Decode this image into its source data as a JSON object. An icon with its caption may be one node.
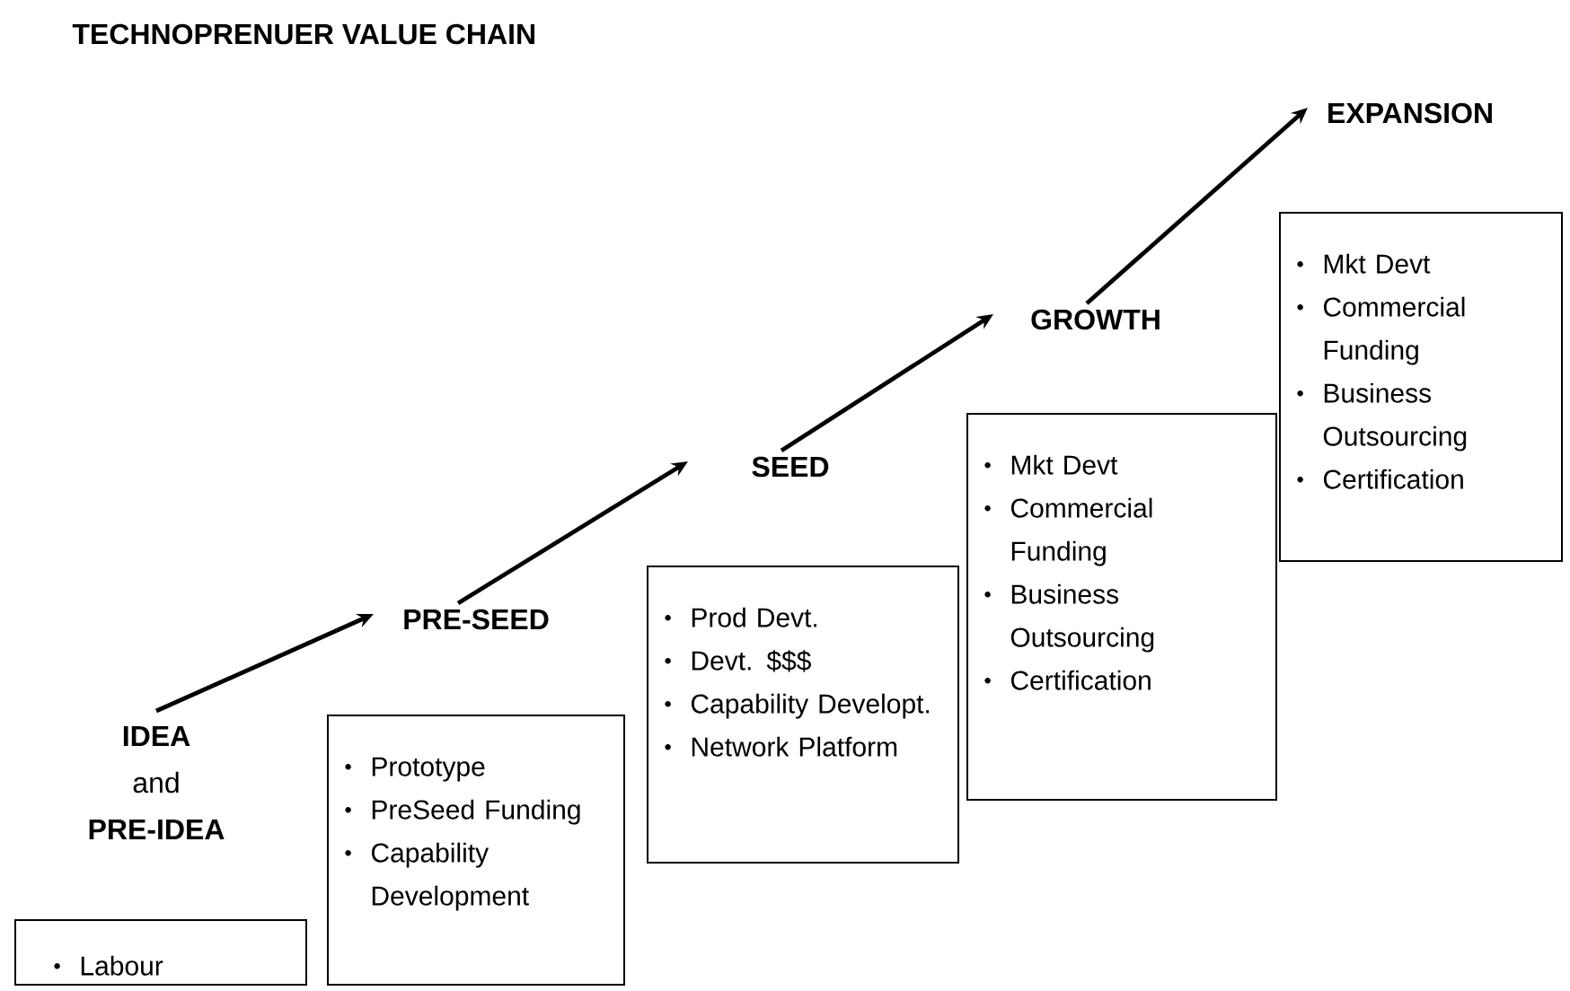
{
  "diagram": {
    "title": "TECHNOPRENUER VALUE CHAIN",
    "nodes": [
      {
        "text": [
          "**IDEA** and **PRE-IDEA**",
          "Labour"
        ]
      },
      {
        "text": [
          "PRE-SEED",
          "Prototype",
          "PreSeed Funding",
          "Capability Development"
        ]
      },
      {
        "text": [
          "SEED",
          "Prod Devt.",
          "Devt. $$$",
          "Capability Developt.",
          "Network Platform"
        ]
      },
      {
        "text": [
          "GROWTH",
          "Mkt Devt",
          "Commercial Funding",
          "Business Outsourcing",
          "Certification"
        ]
      },
      {
        "text": [
          "EXPANSION",
          "Mkt Devt",
          "Commercial Funding",
          "Business Outsourcing",
          "Certification"
        ]
      }
    ],
    "edges": [
      {
        "from": 0,
        "to": 1,
        "arrow": "to"
      },
      {
        "from": 1,
        "to": 2,
        "arrow": "to"
      },
      {
        "from": 2,
        "to": 3,
        "arrow": "to"
      },
      {
        "from": 3,
        "to": 4,
        "arrow": "to"
      }
    ]
  }
}
